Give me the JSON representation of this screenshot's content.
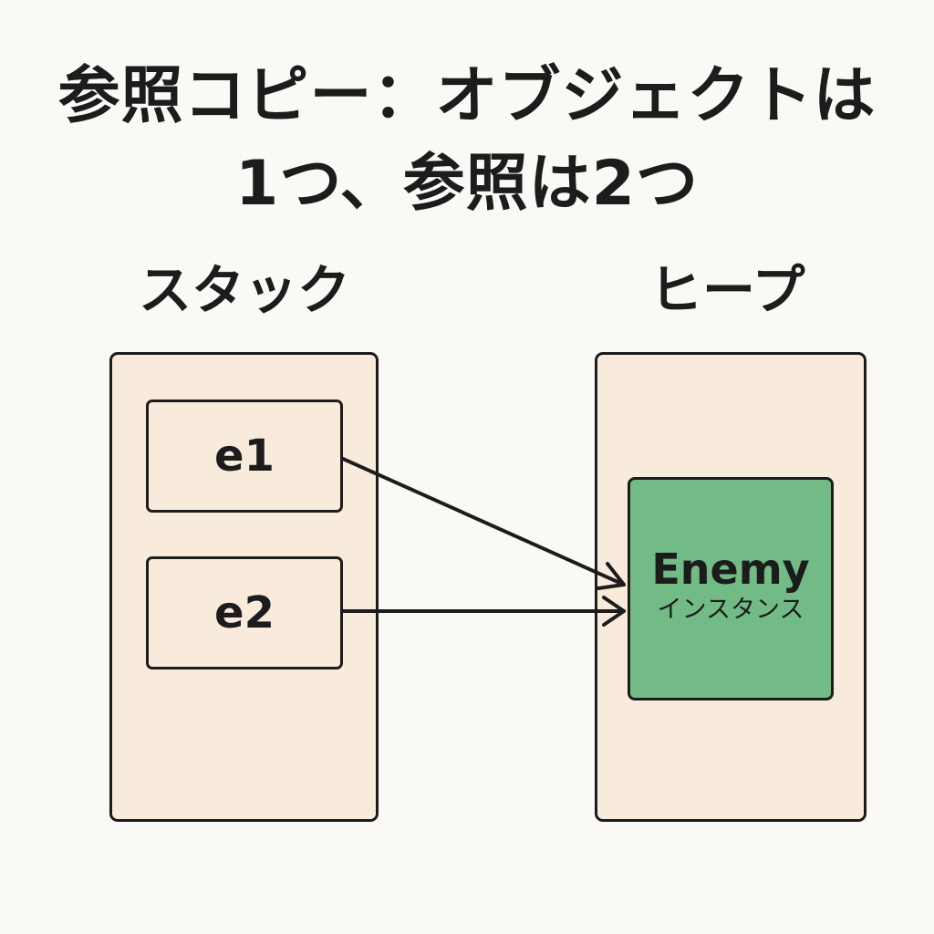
{
  "title": {
    "line1": "参照コピー：オブジェクトは",
    "line2": "1つ、参照は2つ"
  },
  "stack": {
    "label": "スタック",
    "vars": [
      "e1",
      "e2"
    ]
  },
  "heap": {
    "label": "ヒープ",
    "instance": {
      "name": "Enemy",
      "kind": "インスタンス"
    }
  },
  "references": [
    {
      "from": "e1",
      "to": "Enemy"
    },
    {
      "from": "e2",
      "to": "Enemy"
    }
  ],
  "colors": {
    "background": "#faf9f6",
    "panel_fill": "#f8ebdc",
    "instance_fill": "#72bb87",
    "stroke": "#1c1c1c"
  }
}
